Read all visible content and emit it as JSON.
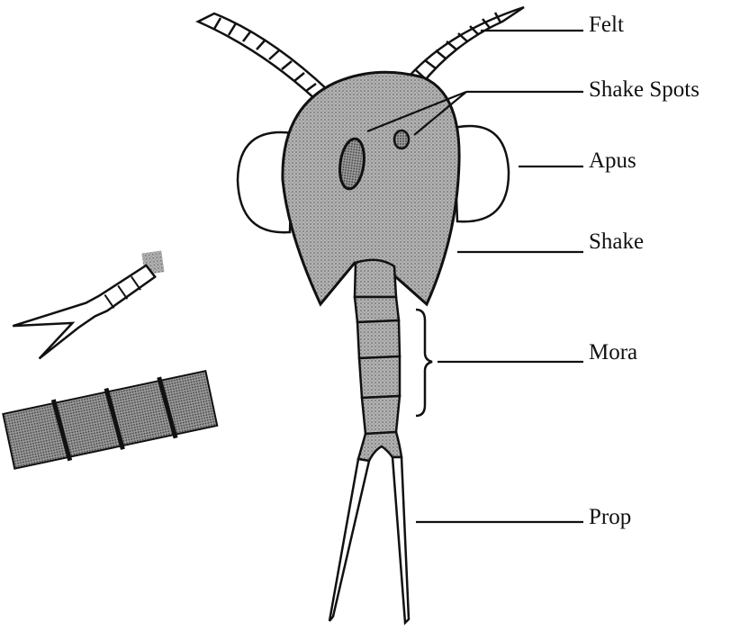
{
  "labels": {
    "felt": "Felt",
    "shake_spots": "Shake Spots",
    "apus": "Apus",
    "shake": "Shake",
    "mora": "Mora",
    "prop": "Prop"
  },
  "colors": {
    "ink": "#111111",
    "body_fill": "#a9a9a9",
    "spot_fill": "#6e6e6e",
    "segment_fill": "#bdbdbd",
    "background": "#ffffff"
  }
}
